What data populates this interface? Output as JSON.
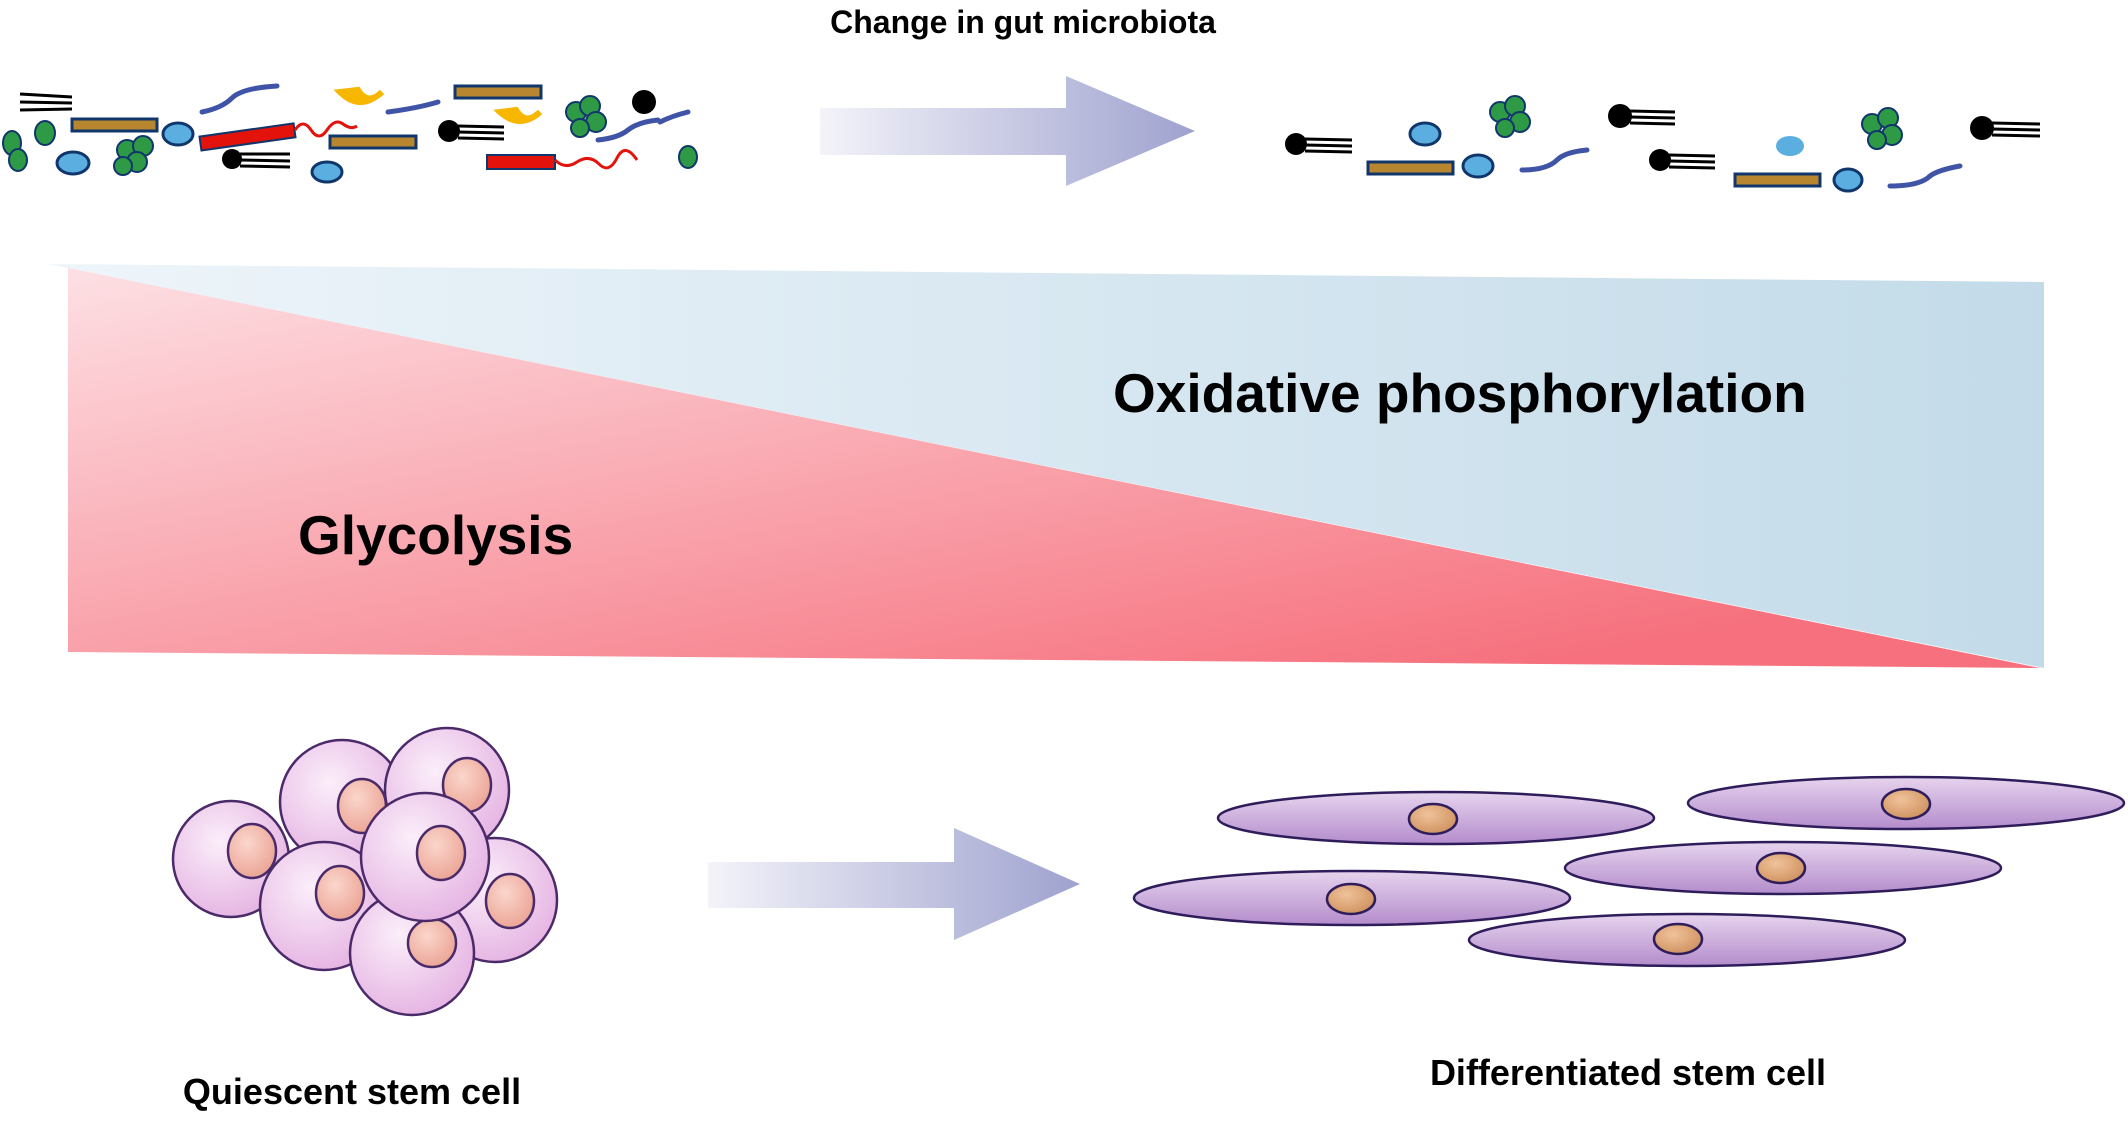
{
  "header": {
    "title": "Change in gut microbiota"
  },
  "metabolism": {
    "oxphos_label": "Oxidative phosphorylation",
    "glycolysis_label": "Glycolysis",
    "colors": {
      "glycolysis": "#f66f7c",
      "glycolysis_light": "#fdd6db",
      "oxphos": "#c5dcea",
      "oxphos_light": "#e9f3f9"
    }
  },
  "cells": {
    "quiescent_label": "Quiescent stem cell",
    "differentiated_label": "Differentiated stem cell",
    "colors": {
      "cell_body": "#e9b4e6",
      "nucleus": "#eda89a",
      "flat_cell": "#b58ad0",
      "flat_nucleus": "#d4926a"
    }
  },
  "arrows": {
    "color": "#9fa2cf"
  }
}
